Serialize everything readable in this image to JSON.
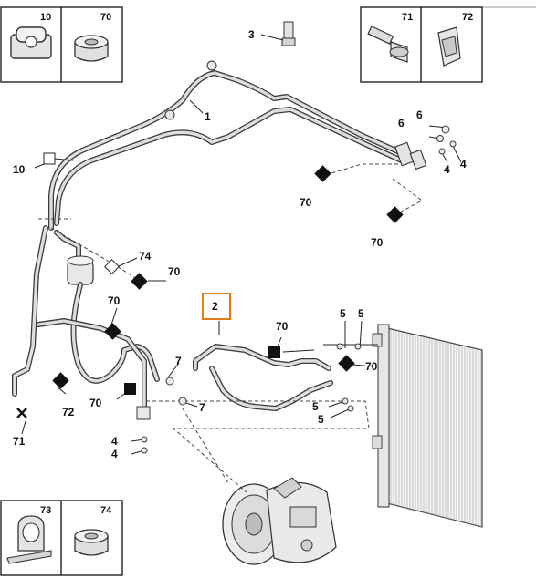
{
  "inset_boxes": {
    "top_left": [
      {
        "ref": "10",
        "icon": "pipe-clip-icon"
      },
      {
        "ref": "70",
        "icon": "cap-nut-icon"
      }
    ],
    "top_right": [
      {
        "ref": "71",
        "icon": "bolt-icon"
      },
      {
        "ref": "72",
        "icon": "clip-icon"
      }
    ],
    "bottom_left": [
      {
        "ref": "73",
        "icon": "bracket-icon"
      },
      {
        "ref": "74",
        "icon": "cap-nut-icon"
      }
    ]
  },
  "callouts": {
    "c3": "3",
    "c1": "1",
    "c6a": "6",
    "c6b": "6",
    "c4a": "4",
    "c4b": "4",
    "c10": "10",
    "c70a": "70",
    "c70b": "70",
    "c74": "74",
    "c70c": "70",
    "c70d": "70",
    "c2": "2",
    "c70e": "70",
    "c5a": "5",
    "c5b": "5",
    "c70f": "70",
    "c7a": "7",
    "c7b": "7",
    "c70g": "70",
    "c72": "72",
    "c71": "71",
    "c4c": "4",
    "c4d": "4",
    "c5c": "5",
    "c5d": "5"
  },
  "highlighted_ref": "2",
  "colors": {
    "highlight_frame": "#e07b1a",
    "marker": "#111111",
    "pipe_outline": "#3c3c3c",
    "pipe_fill": "#dedede"
  }
}
